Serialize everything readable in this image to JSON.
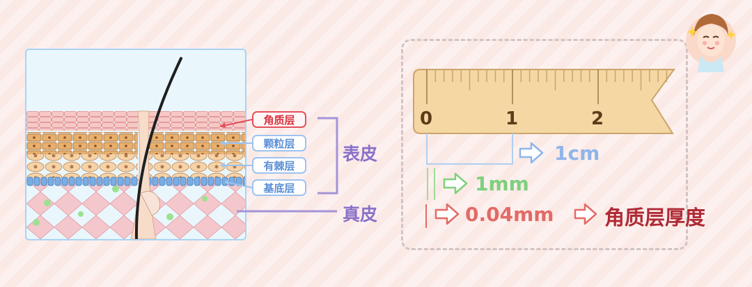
{
  "skin_diagram": {
    "layers": [
      "角质层",
      "颗粒层",
      "有棘层",
      "基底层"
    ],
    "epidermis_label": "表皮",
    "dermis_label": "真皮"
  },
  "ruler": {
    "ticks": [
      "0",
      "1",
      "2"
    ],
    "measurements": [
      {
        "value": "1cm",
        "color": "#8fb5ea"
      },
      {
        "value": "1mm",
        "color": "#7ed07e"
      },
      {
        "value": "0.04mm",
        "color": "#e36a66"
      }
    ],
    "conclusion": "角质层厚度"
  },
  "colors": {
    "ruler_fill": "#f5d7a4",
    "ruler_tick": "#caa56a",
    "label_border": "#9dc3ef",
    "highlight_red": "#d8323e",
    "bracket_purple": "#8a71c9"
  },
  "icons": [
    "woman-face-icon"
  ]
}
